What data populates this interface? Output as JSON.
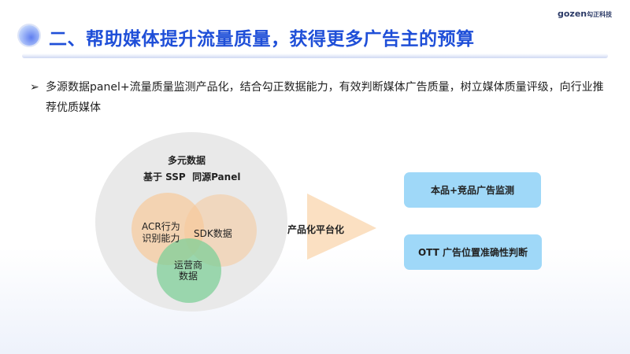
{
  "logo": {
    "brand": "gozen",
    "suffix": "勾正科技"
  },
  "header": {
    "title": "二、帮助媒体提升流量质量，获得更多广告主的预算"
  },
  "bullet": {
    "marker": "➢",
    "text": "多源数据panel+流量质量监测产品化，结合勾正数据能力，有效判断媒体广告质量，树立媒体质量评级，向行业推荐优质媒体"
  },
  "diagram": {
    "outer_title": "多元数据",
    "outer_subtitle": "基于 SSP  同源Panel",
    "circle_acr": "ACR行为\n识别能力",
    "circle_acr_l1": "ACR行为",
    "circle_acr_l2": "识别能力",
    "circle_sdk": "SDK数据",
    "circle_op_l1": "运营商",
    "circle_op_l2": "数据",
    "arrow_label": "产品化平台化",
    "outputs": [
      "本品+竞品广告监测",
      "OTT 广告位置准确性判断"
    ]
  },
  "colors": {
    "title": "#1f4fd8",
    "orange": "#f6c99a",
    "green": "#7fcf98",
    "box": "#9fd8f8",
    "gray": "#e9e9e9"
  }
}
